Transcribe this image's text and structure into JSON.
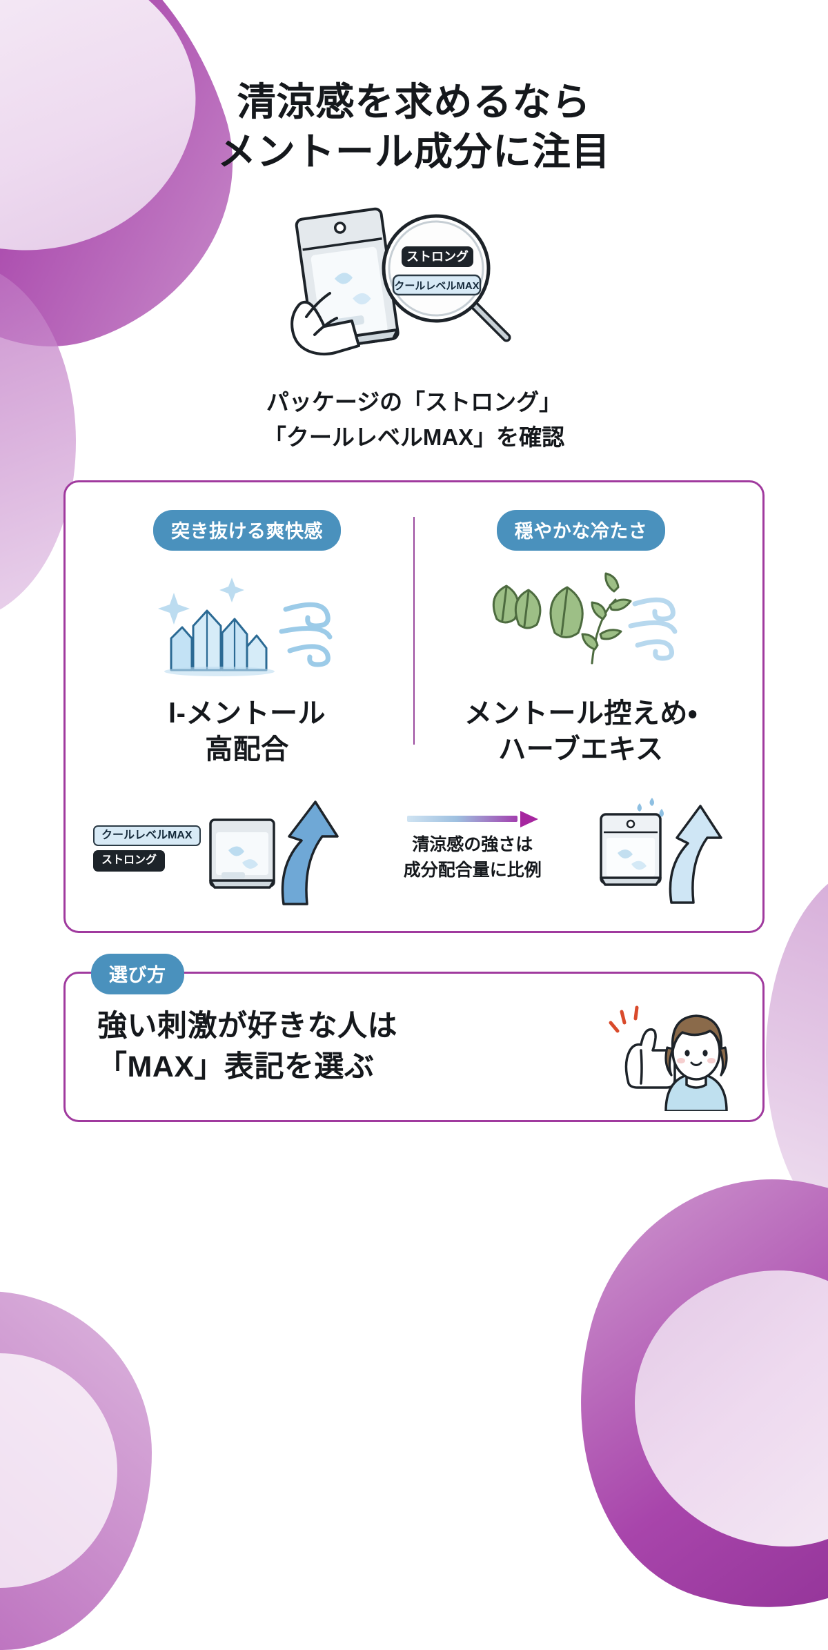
{
  "title": {
    "line1": "清涼感を求めるなら",
    "line2": "メントール成分に注目"
  },
  "hero": {
    "magnifier_tag_top": "ストロング",
    "magnifier_tag_bottom": "クールレベルMAX",
    "caption_line1": "パッケージの「ストロング」",
    "caption_line2": "「クールレベルMAX」を確認"
  },
  "comparison": {
    "left": {
      "pill": "突き抜ける爽快感",
      "heading_line1": "l-メントール",
      "heading_line2": "高配合",
      "art": "ice-crystals-and-wind-icon"
    },
    "right": {
      "pill": "穏やかな冷たさ",
      "heading_line1": "メントール控えめ・",
      "heading_line2": "ハーブエキス",
      "art": "herb-leaves-and-wind-icon"
    }
  },
  "strip": {
    "left_tag_top": "クールレベルMAX",
    "left_tag_bottom": "ストロング",
    "caption_line1": "清涼感の強さは",
    "caption_line2": "成分配合量に比例",
    "left_art": "strong-package-with-up-arrow",
    "right_art": "mild-package-with-up-arrow"
  },
  "howto": {
    "pill": "選び方",
    "line1": "強い刺激が好きな人は",
    "line2": "「MAX」表記を選ぶ",
    "art": "woman-thumbs-up-icon"
  },
  "colors": {
    "purple_border": "#a03a9e",
    "pill_blue": "#4a91bd",
    "arrow_blue": "#6fa8d6",
    "ice_blue": "#bcdcf0",
    "leaf_green": "#7fa46a",
    "text_dark": "#15181c",
    "gradient_end": "#a6269f"
  }
}
